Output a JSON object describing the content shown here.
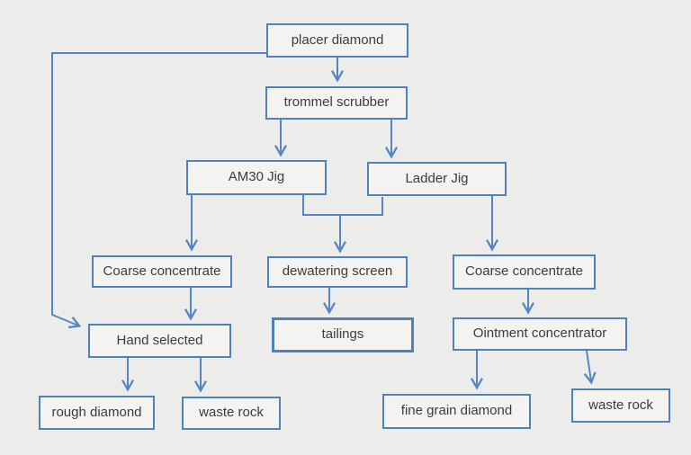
{
  "nodes": {
    "placer_diamond": {
      "label": "placer diamond"
    },
    "trommel_scrubber": {
      "label": "trommel scrubber"
    },
    "am30_jig": {
      "label": "AM30 Jig"
    },
    "ladder_jig": {
      "label": "Ladder Jig"
    },
    "coarse_concentrate_left": {
      "label": "Coarse concentrate"
    },
    "dewatering_screen": {
      "label": "dewatering screen"
    },
    "coarse_concentrate_right": {
      "label": "Coarse concentrate"
    },
    "hand_selected": {
      "label": "Hand selected"
    },
    "tailings": {
      "label": "tailings"
    },
    "ointment_concentrator": {
      "label": "Ointment concentrator"
    },
    "rough_diamond": {
      "label": "rough diamond"
    },
    "waste_rock_left": {
      "label": "waste rock"
    },
    "fine_grain_diamond": {
      "label": "fine grain diamond"
    },
    "waste_rock_right": {
      "label": "waste rock"
    }
  },
  "edges": [
    {
      "from": "placer_diamond",
      "to": "trommel_scrubber"
    },
    {
      "from": "trommel_scrubber",
      "to": "am30_jig"
    },
    {
      "from": "trommel_scrubber",
      "to": "ladder_jig"
    },
    {
      "from": "am30_jig",
      "to": "coarse_concentrate_left"
    },
    {
      "from": "am30_jig",
      "to": "dewatering_screen"
    },
    {
      "from": "ladder_jig",
      "to": "dewatering_screen"
    },
    {
      "from": "ladder_jig",
      "to": "coarse_concentrate_right"
    },
    {
      "from": "coarse_concentrate_left",
      "to": "hand_selected"
    },
    {
      "from": "placer_diamond",
      "to": "hand_selected"
    },
    {
      "from": "dewatering_screen",
      "to": "tailings"
    },
    {
      "from": "coarse_concentrate_right",
      "to": "ointment_concentrator"
    },
    {
      "from": "hand_selected",
      "to": "rough_diamond"
    },
    {
      "from": "hand_selected",
      "to": "waste_rock_left"
    },
    {
      "from": "ointment_concentrator",
      "to": "fine_grain_diamond"
    },
    {
      "from": "ointment_concentrator",
      "to": "waste_rock_right"
    }
  ],
  "colors": {
    "background": "#ecedeb",
    "box-fill": "#f3f4f1",
    "box-border": "#4f81bd",
    "connector": "#5585c2",
    "text": "#3c3c3c"
  }
}
